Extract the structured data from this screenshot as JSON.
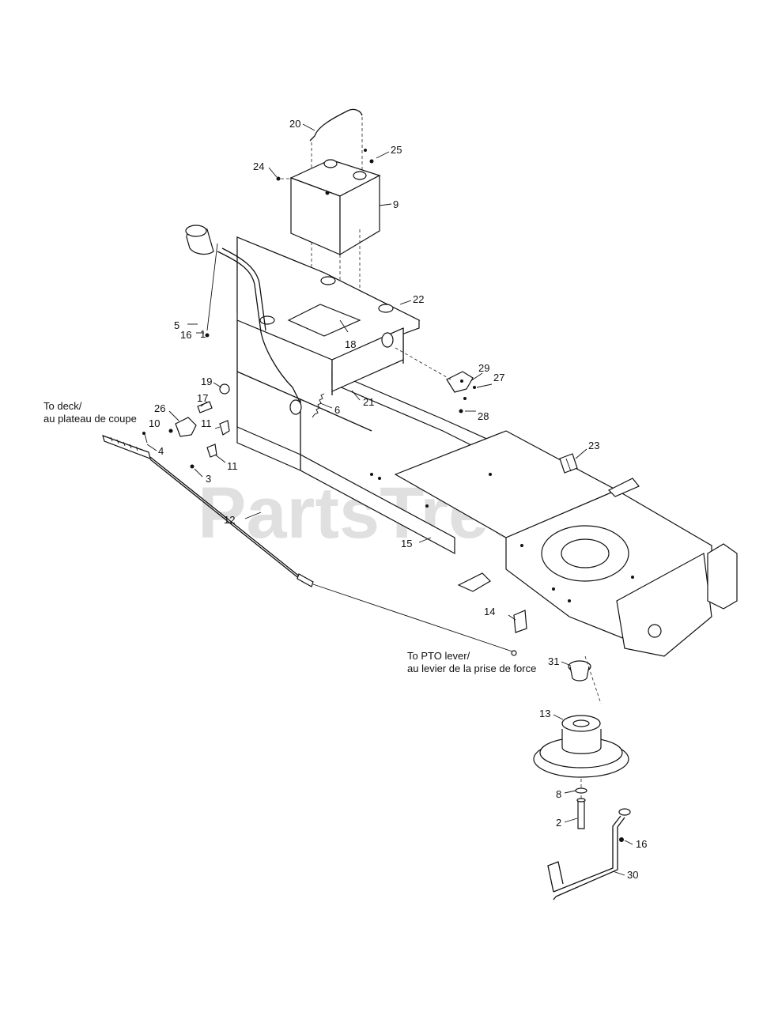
{
  "watermark": "PartsTree",
  "notes": {
    "to_deck": [
      "To deck/",
      "au plateau de coupe"
    ],
    "to_pto": [
      "To PTO lever/",
      "au levier de la prise de force"
    ]
  },
  "callouts": [
    "1",
    "2",
    "3",
    "4",
    "5",
    "6",
    "8",
    "9",
    "10",
    "11",
    "11",
    "12",
    "13",
    "14",
    "15",
    "16",
    "16",
    "17",
    "18",
    "19",
    "20",
    "21",
    "22",
    "23",
    "24",
    "25",
    "26",
    "27",
    "28",
    "29",
    "30",
    "31"
  ]
}
